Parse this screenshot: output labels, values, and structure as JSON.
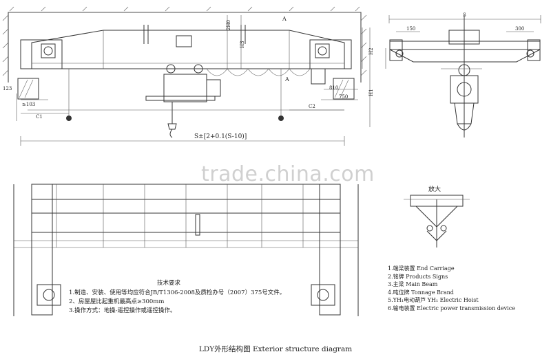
{
  "dimensions": {
    "top_width": "S",
    "left_offset": "150",
    "right_offset": "300",
    "h_dim": "2H0",
    "h1": "H3",
    "h2": "H2",
    "h3": "H1",
    "a_width": "A",
    "c1": "C1",
    "c2": "C2",
    "d1": "123",
    "d2": "≥103",
    "d3": "750",
    "d4": "810",
    "span_formula": "S±[2+0.1(S-10)]"
  },
  "section_marks": [
    "A",
    "A"
  ],
  "watermark": "trade.china.com",
  "zoom_label": "放大",
  "tech_requirements": {
    "title": "技术要求",
    "items": [
      "1.制造、安装、使用等均应符合JB/T1306-2008及质检办号（2007）375号文件。",
      "2、房屋屋比起重机最高点≥300mm",
      "3.操作方式：地操-遥控操作或遥控操作。"
    ]
  },
  "legend": [
    "1.端梁装置 End Carriage",
    "2.铭牌 Products Signs",
    "3.主梁 Main Beam",
    "4.吨位牌 Tonnage Brand",
    "5.YH₁电动葫芦 YH₁ Electric Hoist",
    "6.输电装置 Electric power transmission device"
  ],
  "caption": "LDY外形结构图 Exterior structure diagram"
}
